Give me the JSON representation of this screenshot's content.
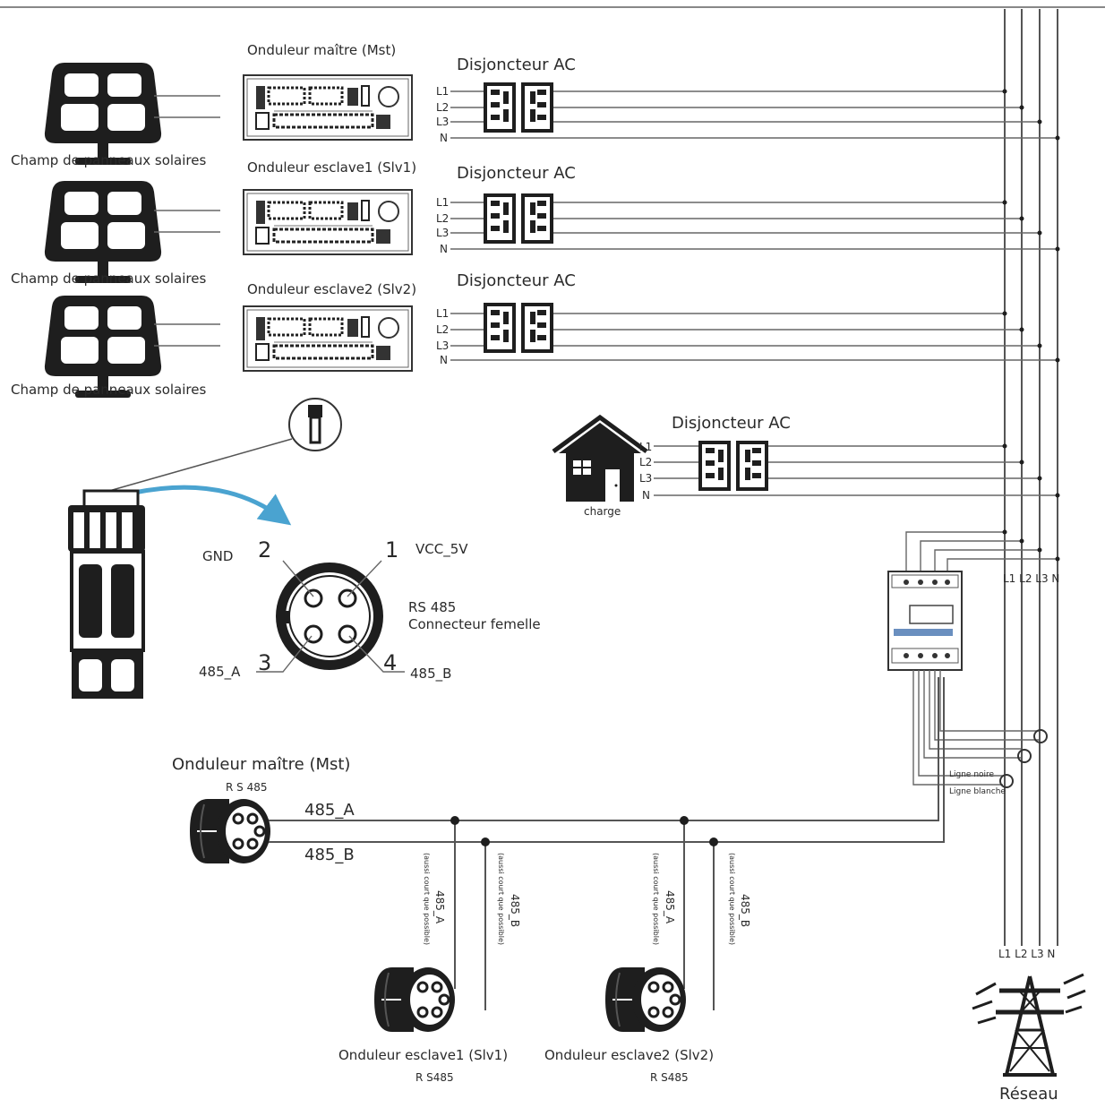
{
  "inverters": [
    {
      "title": "Onduleur maître (Mst)",
      "panel_label": "Champ de panneaux solaires",
      "breaker_label": "Disjoncteur AC"
    },
    {
      "title": "Onduleur esclave1 (Slv1)",
      "panel_label": "Champ de panneaux solaires",
      "breaker_label": "Disjoncteur AC"
    },
    {
      "title": "Onduleur esclave2 (Slv2)",
      "panel_label": "Champ de panneaux solaires",
      "breaker_label": "Disjoncteur AC"
    }
  ],
  "phases": [
    "L1",
    "L2",
    "L3",
    "N"
  ],
  "load": {
    "label": "charge",
    "breaker_label": "Disjoncteur AC"
  },
  "meter": {
    "phase_labels": "L1 L2 L3 N",
    "wire_black": "Ligne noire",
    "wire_white": "Ligne blanche"
  },
  "connector": {
    "pin1": "1",
    "pin2": "2",
    "pin3": "3",
    "pin4": "4",
    "pin1_name": "VCC_5V",
    "pin2_name": "GND",
    "pin3_name": "485_A",
    "pin4_name": "485_B",
    "type_line1": "RS 485",
    "type_line2": "Connecteur femelle"
  },
  "bus": {
    "master_title": "Onduleur maître (Mst)",
    "master_port": "R S 485",
    "line_a": "485_A",
    "line_b": "485_B",
    "drop_a": "485_A",
    "drop_b": "485_B",
    "drop_note": "(aussi court que possible)",
    "slave1_title": "Onduleur esclave1 (Slv1)",
    "slave1_port": "R S485",
    "slave2_title": "Onduleur esclave2 (Slv2)",
    "slave2_port": "R S485"
  },
  "grid": {
    "label": "Réseau",
    "phase_labels": "L1 L2 L3 N"
  }
}
